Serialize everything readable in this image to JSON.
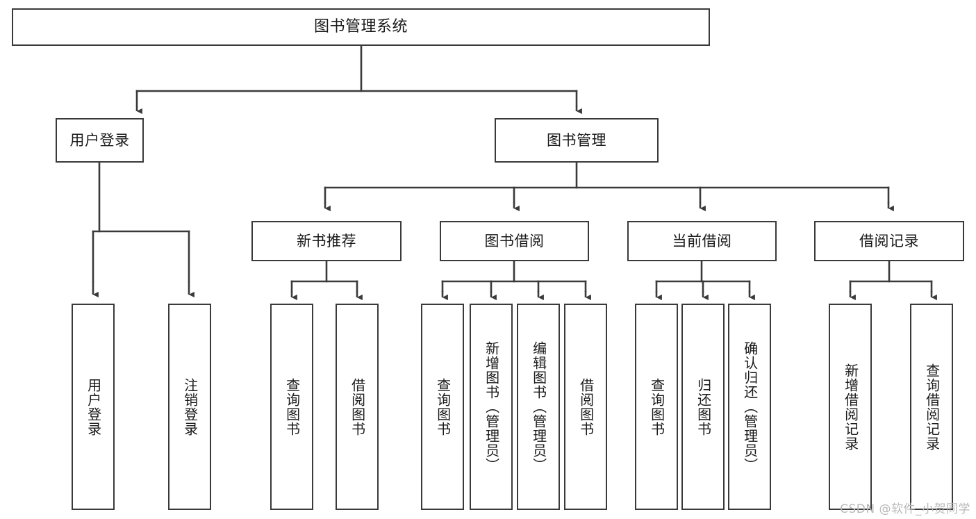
{
  "diagram": {
    "title": "图书管理系统",
    "watermark": "CSDN @软件_小贺同学",
    "stroke_color": "#3a3a3a",
    "text_color": "#1a1a1a",
    "background_color": "#ffffff",
    "watermark_color": "#b9b9b9",
    "nodes": {
      "root": {
        "label": "图书管理系统"
      },
      "level2": [
        {
          "label": "用户登录"
        },
        {
          "label": "图书管理"
        }
      ],
      "level3": [
        {
          "label": "新书推荐"
        },
        {
          "label": "图书借阅"
        },
        {
          "label": "当前借阅"
        },
        {
          "label": "借阅记录"
        }
      ],
      "leaves": {
        "user_login": [
          {
            "label": "用户登录"
          },
          {
            "label": "注销登录"
          }
        ],
        "new_book_recommend": [
          {
            "label": "查询图书"
          },
          {
            "label": "借阅图书"
          }
        ],
        "book_borrow": [
          {
            "label": "查询图书"
          },
          {
            "label": "新增图书（管理员）"
          },
          {
            "label": "编辑图书（管理员）"
          },
          {
            "label": "借阅图书"
          }
        ],
        "current_borrow": [
          {
            "label": "查询图书"
          },
          {
            "label": "归还图书"
          },
          {
            "label": "确认归还（管理员）"
          }
        ],
        "borrow_record": [
          {
            "label": "新增借阅记录"
          },
          {
            "label": "查询借阅记录"
          }
        ]
      }
    }
  }
}
